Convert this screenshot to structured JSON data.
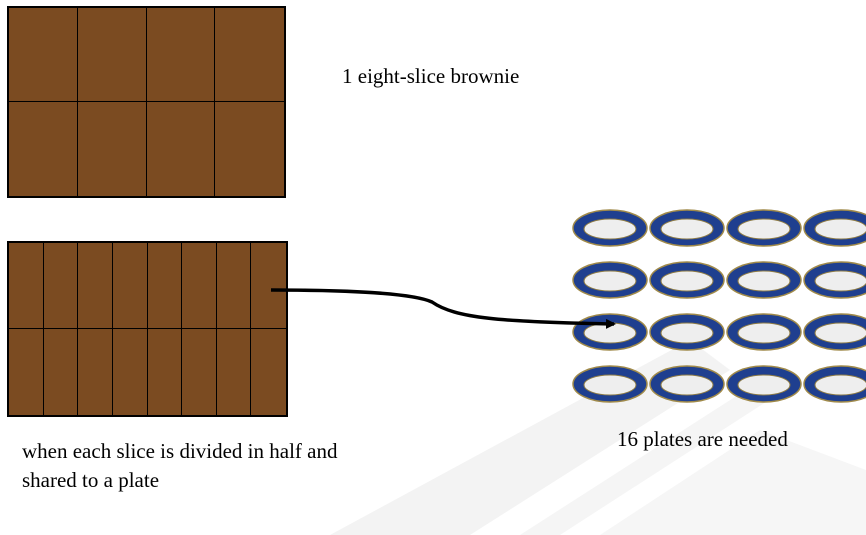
{
  "brownie_top": {
    "label": "1 eight-slice brownie",
    "rows": 2,
    "cols": 4,
    "color": "#7b4b21"
  },
  "brownie_bottom": {
    "label": "when each slice is divided in half and shared to a plate",
    "rows": 2,
    "cols": 8,
    "color": "#7b4b21"
  },
  "plates": {
    "label": "16 plates are needed",
    "count": 16,
    "rows": 4,
    "cols": 4,
    "rim_color": "#1f3f8f",
    "inner_color": "#eeeeee"
  }
}
